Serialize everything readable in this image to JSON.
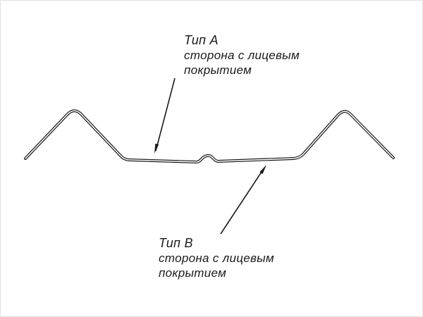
{
  "diagram": {
    "kind": "metal-profile-cross-section",
    "labels": {
      "type_a": {
        "title": "Тип А",
        "line1": "сторона с лицевым",
        "line2": "покрытием"
      },
      "type_b": {
        "title": "Тип В",
        "line1": "сторона с лицевым",
        "line2": "покрытием"
      }
    },
    "colors": {
      "line": "#1a1a1a",
      "background": "#ffffff"
    }
  }
}
